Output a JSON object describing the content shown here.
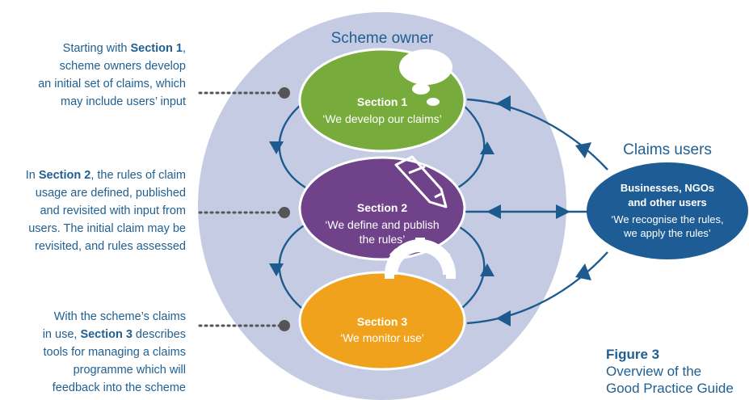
{
  "colors": {
    "outer": "#c4cbe3",
    "section1": "#77ab3b",
    "section2": "#6f4289",
    "section3": "#f1a21c",
    "users": "#1e5c95",
    "arrow": "#1d5a8e",
    "text": "#1f5f91"
  },
  "labels": {
    "scheme_owner": "Scheme owner",
    "claims_users": "Claims users"
  },
  "sections": [
    {
      "title": "Section 1",
      "quote": "‘We develop our claims’",
      "icon": "speech-bubble-icon"
    },
    {
      "title": "Section 2",
      "quote_line1": "‘We define and publish",
      "quote_line2": "the rules’",
      "icon": "pencil-icon"
    },
    {
      "title": "Section 3",
      "quote": "‘We monitor use’",
      "icon": "gear-icon"
    }
  ],
  "users": {
    "title_line1": "Businesses, NGOs",
    "title_line2": "and other users",
    "quote_line1": "‘We recognise the rules,",
    "quote_line2": "we apply the rules’"
  },
  "notes": {
    "n1": {
      "l1_pre": "Starting with ",
      "l1_bold": "Section 1",
      "l1_post": ",",
      "l2": "scheme owners develop",
      "l3": "an initial set of claims, which",
      "l4": "may include users’ input"
    },
    "n2": {
      "l1_pre": "In ",
      "l1_bold": "Section 2",
      "l1_post": ", the rules of claim",
      "l2": "usage are defined, published",
      "l3": "and revisited with input from",
      "l4": "users. The initial claim may be",
      "l5": "revisited, and rules assessed"
    },
    "n3": {
      "l1": "With the scheme’s claims",
      "l2_pre": "in use, ",
      "l2_bold": "Section 3",
      "l2_post": " describes",
      "l3": "tools for managing a claims",
      "l4": "programme which will",
      "l5": "feedback into the scheme"
    }
  },
  "figure": {
    "title": "Figure 3",
    "line1": "Overview of the",
    "line2": "Good Practice Guide"
  }
}
